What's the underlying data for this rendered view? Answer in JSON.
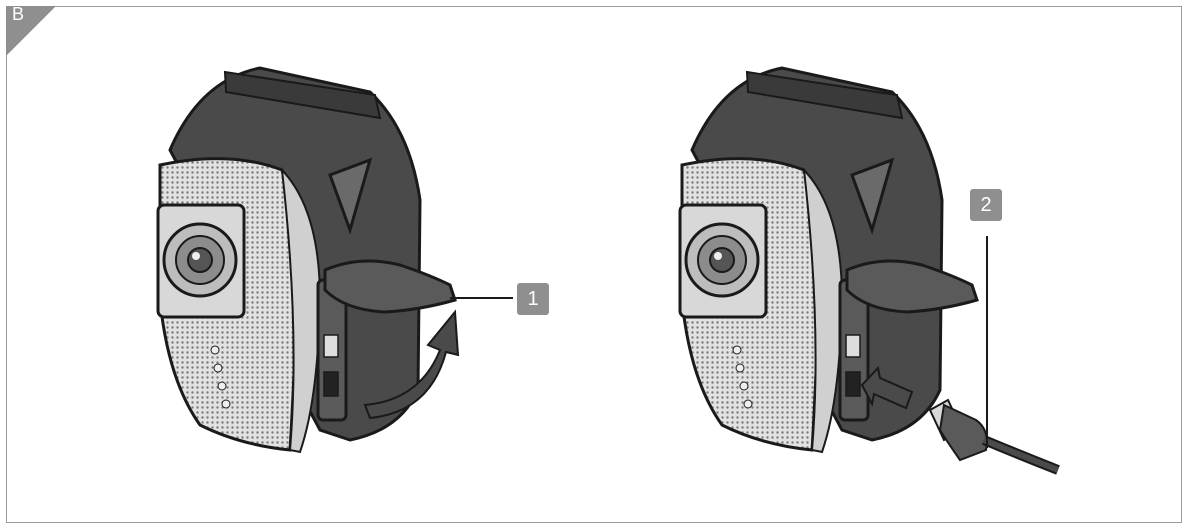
{
  "figure": {
    "label": "B",
    "steps": [
      {
        "number": "1"
      },
      {
        "number": "2"
      }
    ]
  },
  "colors": {
    "body_dark": "#4a4a4a",
    "body_mid": "#5a5a5a",
    "face_light": "#d9d9d9",
    "outline": "#1a1a1a",
    "callout_bg": "#8f8f8f",
    "frame_border": "#9a9a9a"
  }
}
